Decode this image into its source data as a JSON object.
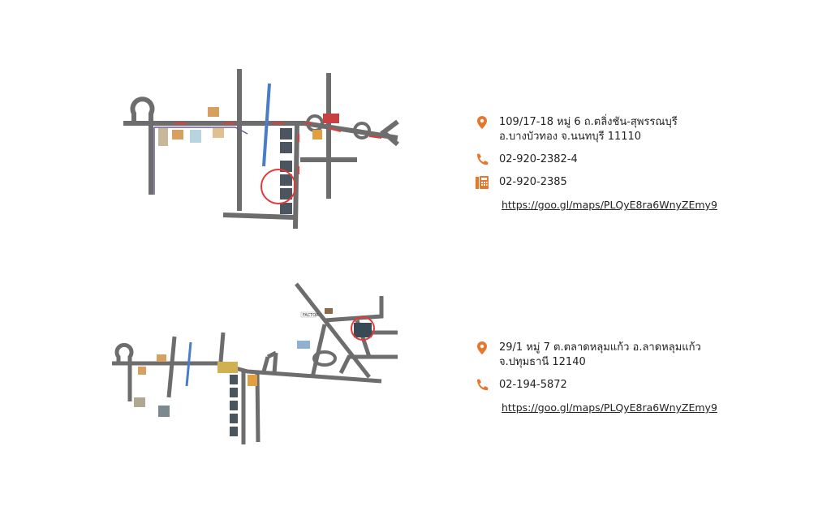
{
  "locations": [
    {
      "address_line1": "109/17-18 หมู่ 6 ถ.ตลิ่งชัน-สุพรรณบุรี",
      "address_line2": "อ.บางบัวทอง จ.นนทบุรี 11110",
      "phone": "02-920-2382-4",
      "fax": "02-920-2385",
      "map_link": "https://goo.gl/maps/PLQyE8ra6WnyZEmy9"
    },
    {
      "address_line1": "29/1 หมู่ 7 ต.ตลาดหลุมแก้ว อ.ลาดหลุมแก้ว",
      "address_line2": "จ.ปทุมธานี 12140",
      "phone": "02-194-5872",
      "map_link": "https://goo.gl/maps/PLQyE8ra6WnyZEmy9",
      "map_labels": [
        "FACTOR"
      ]
    }
  ],
  "colors": {
    "accent": "#e8772e",
    "road": "#6d6d6d",
    "highlight": "#e53935",
    "canal": "#4a7cc9"
  }
}
